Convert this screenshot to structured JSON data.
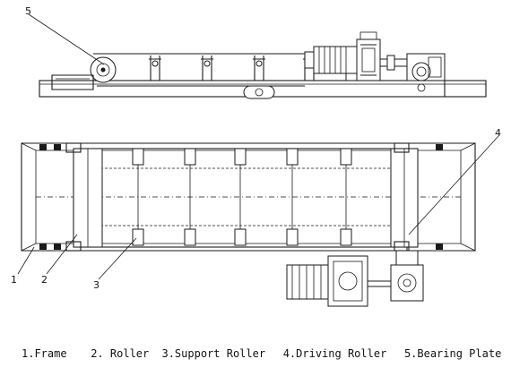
{
  "callouts": [
    "1",
    "2",
    "3",
    "4",
    "5"
  ],
  "legend": {
    "frame": "1.Frame",
    "roller": "2. Roller",
    "support_roller": "3.Support Roller",
    "driving_roller": "4.Driving Roller",
    "bearing_plate": "5.Bearing Plate"
  }
}
